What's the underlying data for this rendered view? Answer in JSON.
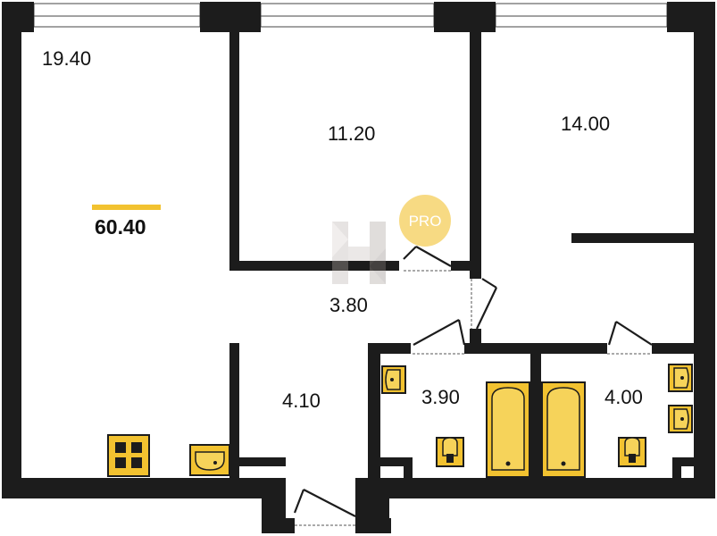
{
  "plan": {
    "total_area": "60.40",
    "rooms": [
      {
        "id": "living",
        "area": "19.40"
      },
      {
        "id": "bedroom",
        "area": "11.20"
      },
      {
        "id": "bedroom2",
        "area": "14.00"
      },
      {
        "id": "hall",
        "area": "3.80"
      },
      {
        "id": "corridor",
        "area": "4.10"
      },
      {
        "id": "bath1",
        "area": "3.90"
      },
      {
        "id": "bath2",
        "area": "4.00"
      }
    ],
    "badge": "PRO",
    "accent_color": "#f2c230",
    "wall_color": "#1c1c1c"
  }
}
